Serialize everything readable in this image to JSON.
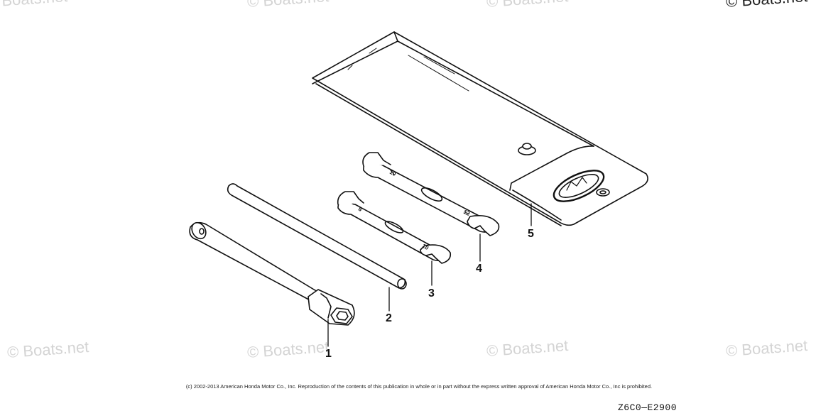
{
  "watermarks": [
    "© Boats.net",
    "© Boats.net",
    "© Boats.net",
    "© Boats.net",
    "© Boats.net",
    "© Boats.net",
    "© Boats.net",
    "© Boats.net"
  ],
  "callouts": [
    "1",
    "2",
    "3",
    "4",
    "5"
  ],
  "wrench_size_marks": [
    "8",
    "10",
    "10",
    "12"
  ],
  "copyright_text": "(c) 2002-2013 American Honda Motor Co., Inc. Reproduction of the contents of this publication in whole or in part without the express written approval of American Honda Motor Co., Inc is prohibited.",
  "diagram_code": "Z6C0—E2900",
  "parts": [
    {
      "callout": "1",
      "icon": "plug-wrench-icon"
    },
    {
      "callout": "2",
      "icon": "handle-bar-icon"
    },
    {
      "callout": "3",
      "icon": "open-end-wrench-icon"
    },
    {
      "callout": "4",
      "icon": "open-end-wrench-icon"
    },
    {
      "callout": "5",
      "icon": "tool-bag-icon"
    }
  ]
}
